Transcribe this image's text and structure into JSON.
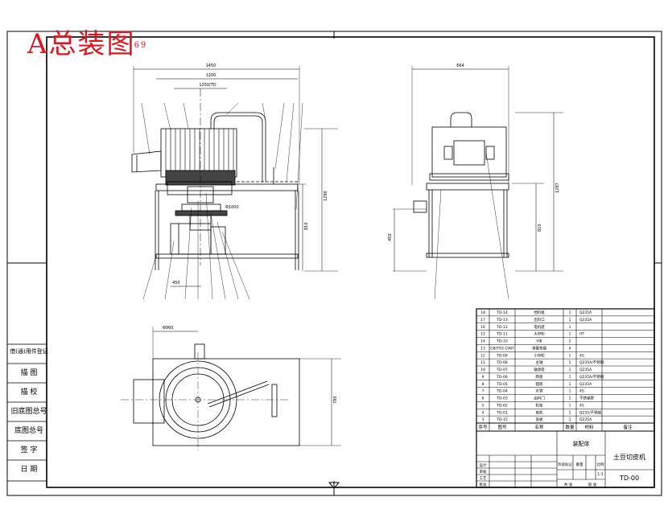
{
  "title": {
    "main": "A总装图",
    "sub": "69"
  },
  "side_table": {
    "rows": [
      "借(通)用件登记",
      "描 图",
      "描 校",
      "旧底图总号",
      "底图总号",
      "签 字",
      "日 期"
    ]
  },
  "title_block": {
    "name": "土豆切皮机",
    "code": "TD-00",
    "assembly_label": "装配体",
    "header_cols": [
      "序号",
      "图号",
      "名称",
      "数量",
      "材料",
      "备注"
    ],
    "scale_label": "1:1",
    "stage_labels": [
      "阶段标记",
      "重量",
      "比例"
    ],
    "bottom_labels": [
      "共 张",
      "第 张"
    ],
    "sign_labels": [
      "设计",
      "审核",
      "工艺",
      "批准"
    ]
  },
  "bom": {
    "rows": [
      {
        "no": "18",
        "part": "TD-14",
        "name": "挡料板",
        "qty": "1",
        "mat": "Q235A"
      },
      {
        "no": "17",
        "part": "TD-13",
        "name": "出料口",
        "qty": "1",
        "mat": "Q235A"
      },
      {
        "no": "16",
        "part": "TD-12",
        "name": "电机座",
        "qty": "1",
        "mat": ""
      },
      {
        "no": "15",
        "part": "TD-11",
        "name": "大带轮",
        "qty": "1",
        "mat": "HT"
      },
      {
        "no": "14",
        "part": "TD-10",
        "name": "V带",
        "qty": "2",
        "mat": ""
      },
      {
        "no": "13",
        "part": "GB/T93-1987",
        "name": "弹簧垫圈",
        "qty": "4",
        "mat": ""
      },
      {
        "no": "12",
        "part": "TD-09",
        "name": "小带轮",
        "qty": "1",
        "mat": "45"
      },
      {
        "no": "11",
        "part": "TD-08",
        "name": "主轴",
        "qty": "1",
        "mat": "Q235A/不锈钢"
      },
      {
        "no": "10",
        "part": "TD-07",
        "name": "轴承座",
        "qty": "1",
        "mat": "Q235A"
      },
      {
        "no": "9",
        "part": "TD-06",
        "name": "转盘",
        "qty": "1",
        "mat": "Q235A/不锈钢"
      },
      {
        "no": "8",
        "part": "TD-05",
        "name": "圆筒",
        "qty": "1",
        "mat": "Q235A"
      },
      {
        "no": "7",
        "part": "TD-04",
        "name": "水管",
        "qty": "1",
        "mat": "45"
      },
      {
        "no": "6",
        "part": "TD-03",
        "name": "出料门",
        "qty": "1",
        "mat": "不锈钢管"
      },
      {
        "no": "5",
        "part": "TD-02",
        "name": "机架",
        "qty": "1",
        "mat": "45"
      },
      {
        "no": "4",
        "part": "TD-01",
        "name": "电机",
        "qty": "1",
        "mat": "Q235/不锈钢"
      },
      {
        "no": "3",
        "part": "TD-15",
        "name": "盖板",
        "qty": "1",
        "mat": "Q235A"
      }
    ]
  },
  "dims": {
    "front_width": "1450",
    "front_inner": "1200",
    "front_center": "1250/TD",
    "front_height": "1290",
    "front_leg": "810",
    "front_bottom": "450",
    "front_motor": "Φ1000",
    "side_width": "664",
    "side_height": "1287",
    "side_leg": "810",
    "side_bottom": "450",
    "top_dia": "Φ960",
    "top_depth": "780"
  }
}
